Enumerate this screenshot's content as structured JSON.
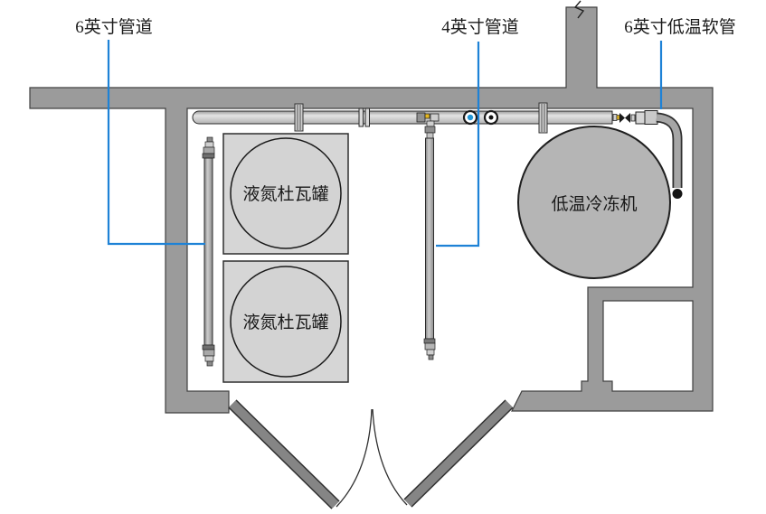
{
  "diagram": {
    "type": "cryogenic-facility-floor-plan",
    "callouts": {
      "pipe6": {
        "label": "6英寸管道"
      },
      "pipe4": {
        "label": "4英寸管道"
      },
      "hose6": {
        "label": "6英寸低温软管"
      }
    },
    "equipment": {
      "dewar1": {
        "label": "液氮杜瓦罐"
      },
      "dewar2": {
        "label": "液氮杜瓦罐"
      },
      "refrigerator": {
        "label": "低温冷冻机"
      }
    },
    "colors": {
      "callout_line": "#1e82d6",
      "wall": "#9b9b9b",
      "valve_blue": "#2196d6",
      "fitting_yellow": "#e6b820"
    }
  }
}
